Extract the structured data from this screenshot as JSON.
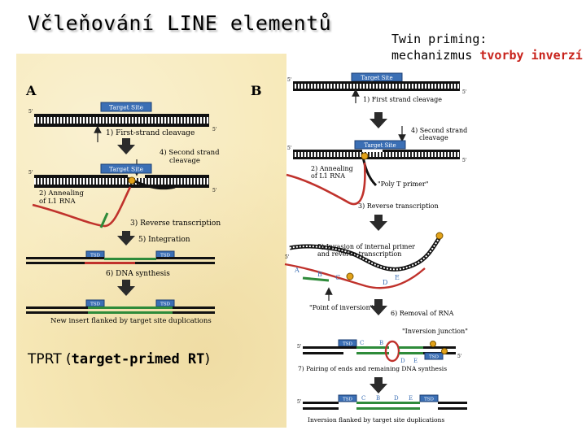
{
  "title": "Včleňování LINE elementů",
  "side_note": {
    "line1": "Twin priming:",
    "line2_prefix": "mechanizmus ",
    "line2_highlight": "tvorby inverzí"
  },
  "caption": {
    "prefix": "TPRT (",
    "bold": "target-primed RT",
    "suffix": ")"
  },
  "figure": {
    "panel_a_label": "A",
    "panel_b_label": "B",
    "target_site": "Target Site",
    "five_prime": "5'",
    "step1": "1) First-strand cleavage",
    "step2": "2) Annealing",
    "step2b": "of L1 RNA",
    "step3": "3) Reverse transcription",
    "step4": "4) Second strand",
    "step4b": "cleavage",
    "step5": "5) Integration",
    "step6": "6) DNA synthesis",
    "tsd": "TSD",
    "new_insert": "New insert flanked by target site duplications",
    "b_step1": "1) First strand cleavage",
    "b_step4": "4) Second strand",
    "b_step4b": "cleavage",
    "b_step2": "2) Annealing",
    "b_step2b": "of L1 RNA",
    "b_poly_t": "\"Poly T primer\"",
    "b_step3": "3) Reverse transcription",
    "b_step5": "5) Invasion of internal primer",
    "b_step5b": "and reverse transcription",
    "b_point_inversion": "\"Point of inversion\"",
    "b_step6": "6) Removal of RNA",
    "b_inversion_junction": "\"Inversion junction\"",
    "b_step7": "7) Pairing of ends and remaining DNA synthesis",
    "b_final": "Inversion flanked by target site duplications",
    "letters": [
      "A",
      "B",
      "C",
      "D",
      "E"
    ]
  }
}
